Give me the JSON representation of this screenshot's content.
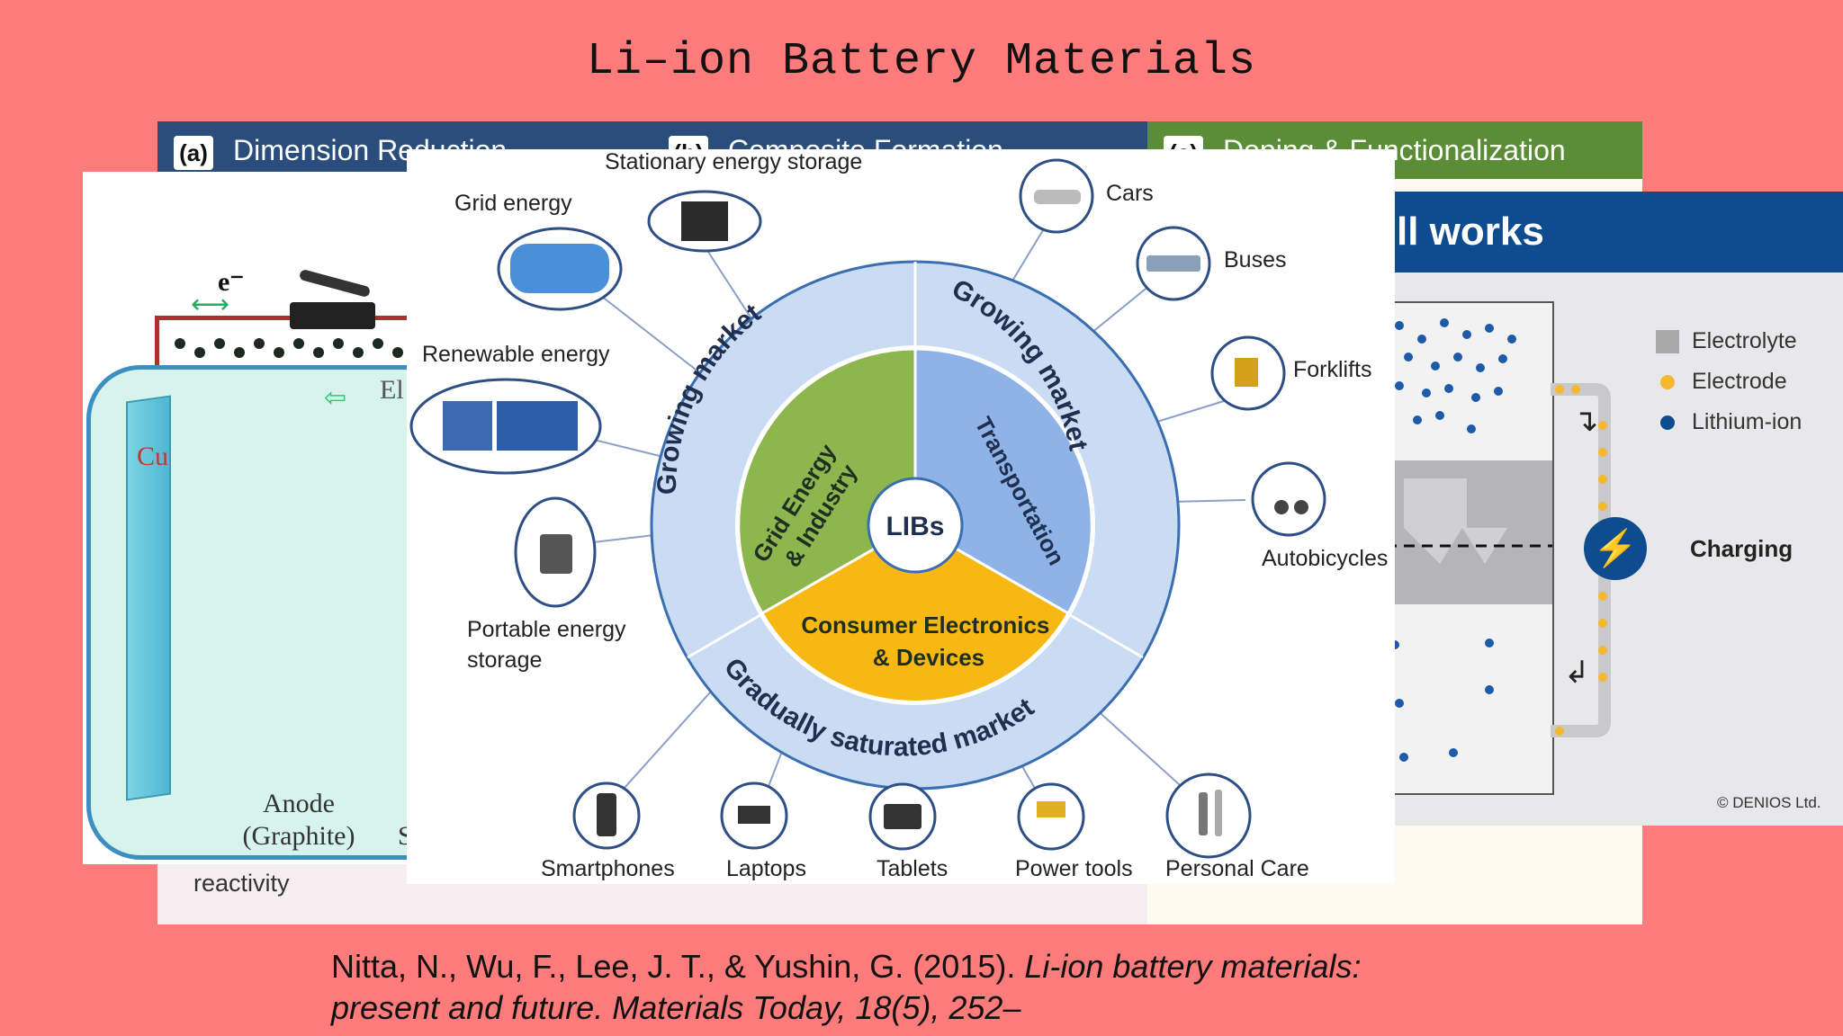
{
  "title": "Li–ion Battery Materials",
  "panel": {
    "header_a_tag": "(a)",
    "header_a": "Dimension Reduction",
    "header_b_tag": "(b)",
    "header_b": "Composite Formation",
    "header_c_tag": "(c)",
    "header_c": "Doping & Functionalization",
    "reactivity": "reactivity"
  },
  "anode_figure": {
    "e_label": "e⁻",
    "cu_label": "Cu",
    "electrolyte_fragment": "El",
    "anode_label_line1": "Anode",
    "anode_label_line2": "(Graphite)",
    "s_fragment": "S"
  },
  "cell_figure": {
    "title_fragment": "ll works",
    "legend": [
      {
        "label": "Electrolyte",
        "color": "#a9a9a9"
      },
      {
        "label": "Electrode",
        "color": "#f5b82e"
      },
      {
        "label": "Lithium-ion",
        "color": "#0f4c8f"
      }
    ],
    "charging_label": "Charging",
    "copyright": "© DENIOS Ltd."
  },
  "diagram": {
    "center_label": "LIBs",
    "inner_segments": [
      {
        "label_line1": "Grid Energy",
        "label_line2": "& Industry",
        "color": "#8db64f"
      },
      {
        "label_line1": "Transportation",
        "label_line2": "",
        "color": "#8fb3e6"
      },
      {
        "label_line1": "Consumer Electronics",
        "label_line2": "& Devices",
        "color": "#f8b814"
      }
    ],
    "outer_ring_labels": [
      "Growing market",
      "Growing market",
      "Gradually saturated market"
    ],
    "ring_color": "#c9dcf4",
    "applications": [
      {
        "label": "Stationary energy storage"
      },
      {
        "label": "Grid energy"
      },
      {
        "label": "Renewable energy"
      },
      {
        "label": "Portable energy"
      },
      {
        "label": "storage"
      },
      {
        "label": "Cars"
      },
      {
        "label": "Buses"
      },
      {
        "label": "Forklifts"
      },
      {
        "label": "Autobicycles"
      },
      {
        "label": "Smartphones"
      },
      {
        "label": "Laptops"
      },
      {
        "label": "Tablets"
      },
      {
        "label": "Power tools"
      },
      {
        "label": "Personal Care"
      }
    ]
  },
  "citation": {
    "authors": "Nitta, N., Wu, F., Lee, J. T., & Yushin, G. (2015). ",
    "title_italic": "Li-ion battery materials:",
    "line2_italic": "present and future. Materials Today, 18(5), 252–"
  }
}
